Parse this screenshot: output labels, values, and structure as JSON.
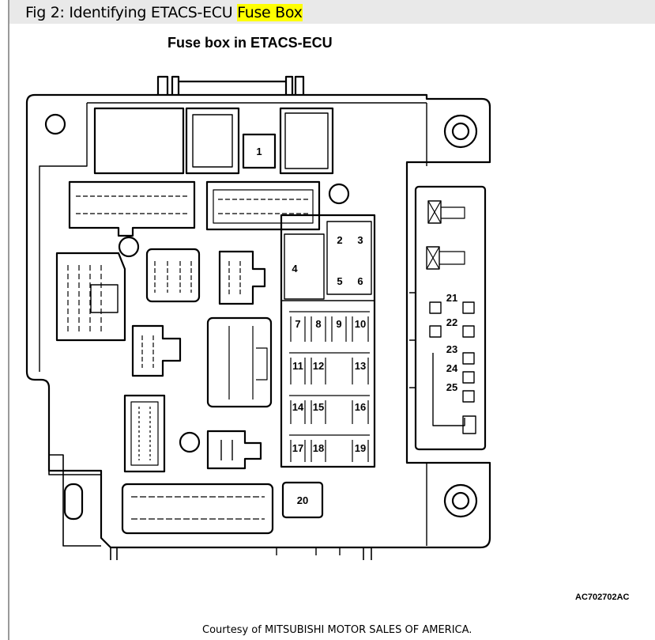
{
  "caption": {
    "prefix": "Fig 2: Identifying ETACS-ECU ",
    "highlight": "Fuse Box",
    "highlight_color": "#ffff00"
  },
  "diagram": {
    "title": "Fuse box in ETACS-ECU",
    "fuses": {
      "f1": "1",
      "f2": "2",
      "f3": "3",
      "f4": "4",
      "f5": "5",
      "f6": "6",
      "f7": "7",
      "f8": "8",
      "f9": "9",
      "f10": "10",
      "f11": "11",
      "f12": "12",
      "f13": "13",
      "f14": "14",
      "f15": "15",
      "f16": "16",
      "f17": "17",
      "f18": "18",
      "f19": "19",
      "f20": "20",
      "f21": "21",
      "f22": "22",
      "f23": "23",
      "f24": "24",
      "f25": "25"
    },
    "code": "AC702702AC"
  },
  "credit": "Courtesy of MITSUBISHI MOTOR SALES OF AMERICA."
}
